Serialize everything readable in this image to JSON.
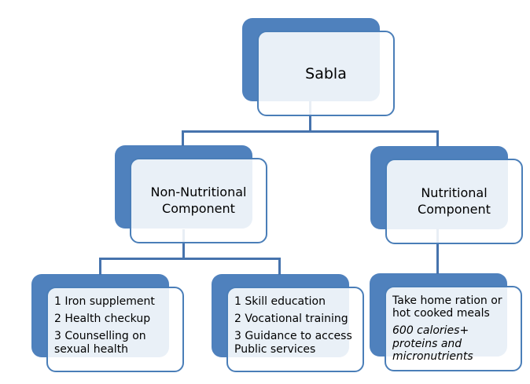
{
  "diagram": {
    "type": "hierarchy",
    "levels": 3
  },
  "palette": {
    "shadow_box_fill": "#4f81bd",
    "front_box_border": "#4a7eb8",
    "connector_line": "#4673ad",
    "background": "#ffffff",
    "text": "#000000"
  },
  "nodes": {
    "root": {
      "label": "Sabla"
    },
    "non_nutritional": {
      "label": "Non-Nutritional\nComponent"
    },
    "nutritional": {
      "label": "Nutritional\nComponent"
    },
    "non_nutritional_health": {
      "items": [
        "1 Iron supplement",
        "2 Health checkup",
        "3 Counselling on\nsexual health"
      ]
    },
    "non_nutritional_skill": {
      "items": [
        "1 Skill education",
        "2 Vocational training",
        "3 Guidance to access\nPublic services"
      ]
    },
    "nutritional_detail": {
      "text": "Take home ration or\nhot cooked meals",
      "note": "600 calories+\nproteins and\nmicronutrients"
    }
  }
}
